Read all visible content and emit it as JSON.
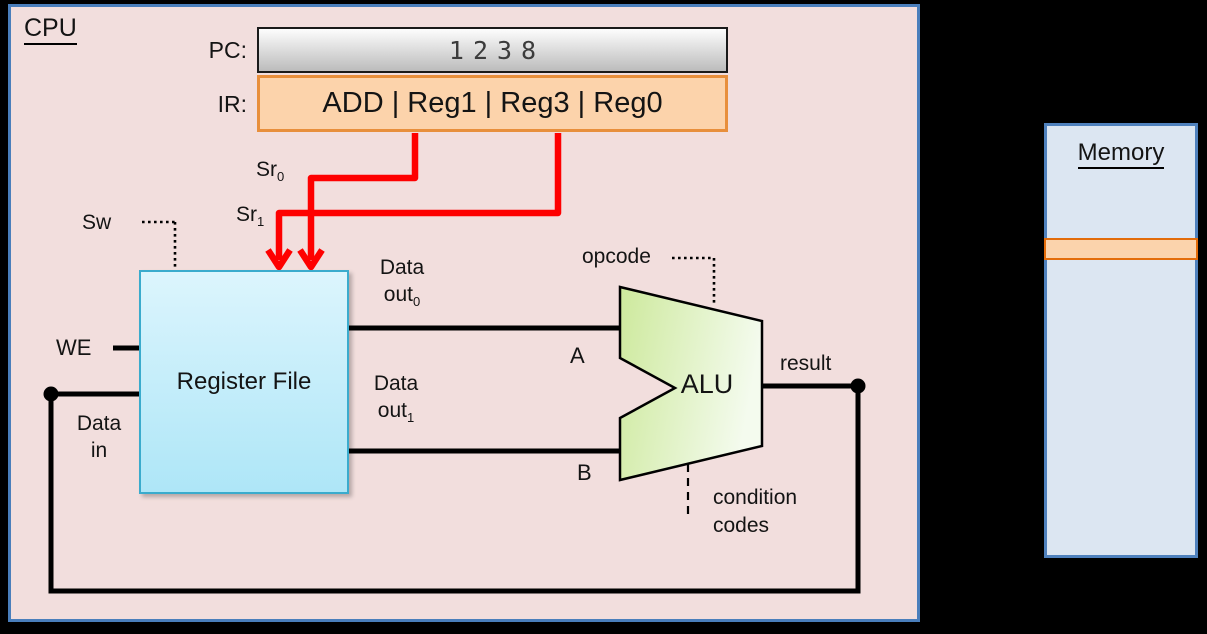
{
  "cpu": {
    "label": "CPU",
    "pc": {
      "label": "PC:",
      "value": "1238"
    },
    "ir": {
      "label": "IR:",
      "value": "ADD | Reg1 | Reg3 | Reg0"
    },
    "register_file": {
      "label": "Register File"
    },
    "alu": {
      "label": "ALU"
    },
    "signals": {
      "sw": "Sw",
      "we": "WE",
      "data_in": {
        "line1": "Data",
        "line2": "in"
      },
      "sr0": {
        "base": "Sr",
        "sub": "0"
      },
      "sr1": {
        "base": "Sr",
        "sub": "1"
      },
      "data_out0": {
        "line1": "Data",
        "out_base": "out",
        "out_sub": "0"
      },
      "data_out1": {
        "line1": "Data",
        "out_base": "out",
        "out_sub": "1"
      },
      "a": "A",
      "b": "B",
      "opcode": "opcode",
      "result": "result",
      "condition_codes": {
        "line1": "condition",
        "line2": "codes"
      }
    }
  },
  "memory": {
    "label": "Memory"
  },
  "colors": {
    "bg": "#000000",
    "cpu-fill": "#f2dedd",
    "cpu-border": "#4a7ebb",
    "memory-fill": "#dce6f2",
    "memory-border": "#4f81bd",
    "highlight-fill": "#fbd3ac",
    "highlight-border": "#e36c0a",
    "pc-fill-top": "#fdfdfd",
    "pc-fill-bottom": "#bcbcbc",
    "pc-border": "#1a1a1a",
    "ir-fill": "#fcd3ab",
    "ir-border": "#e88f3c",
    "regfile-fill-top": "#dcf5fd",
    "regfile-fill-bottom": "#aee6f7",
    "regfile-border": "#3aabcd",
    "alu-fill-left": "#cde99c",
    "alu-fill-right": "#f4fbee",
    "wire": "#000000",
    "control-red": "#fe0000",
    "text": "#141414"
  }
}
